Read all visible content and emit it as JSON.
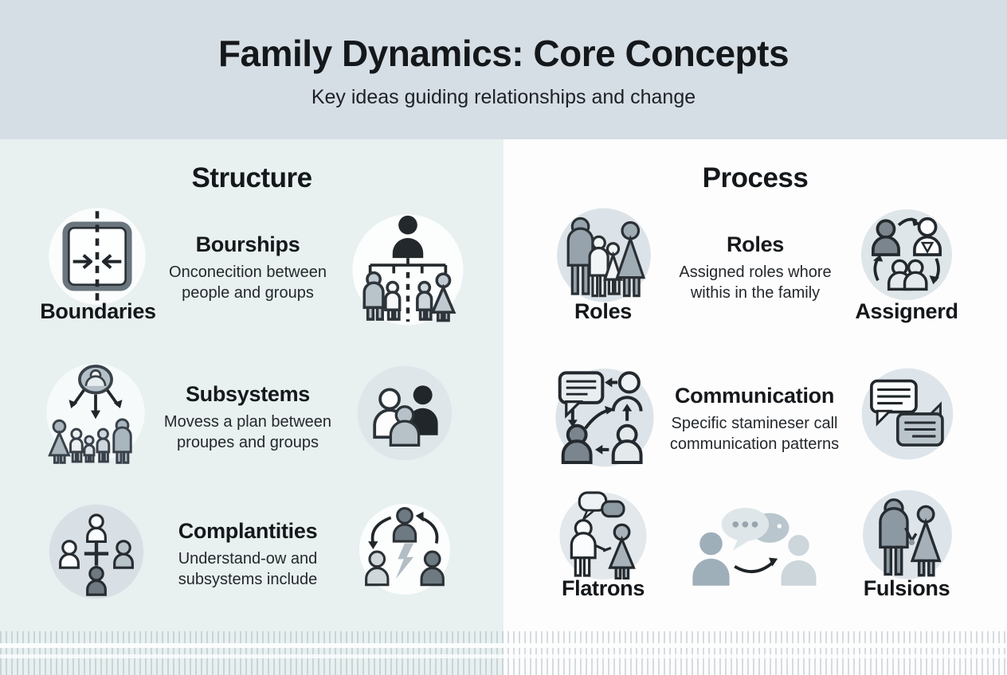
{
  "header": {
    "title": "Family Dynamics: Core Concepts",
    "subtitle": "Key ideas guiding relationships and change"
  },
  "structure": {
    "title": "Structure",
    "rows": [
      {
        "icon_left": "boundaries-icon",
        "icon_left_label": "Boundaries",
        "title": "Bourships",
        "desc1": "Onconecition between",
        "desc2": "people and groups",
        "icon_right": "family-tree-icon"
      },
      {
        "icon_left": "parent-hierarchy-icon",
        "title": "Subsystems",
        "desc1": "Movess a plan between",
        "desc2": "proupes and groups",
        "icon_right": "people-group-icon"
      },
      {
        "icon_left": "members-plus-icon",
        "title": "Complantities",
        "desc1": "Understand-ow and",
        "desc2": "subsystems include",
        "icon_right": "conflict-triangle-icon"
      }
    ]
  },
  "process": {
    "title": "Process",
    "rows": [
      {
        "icon_left": "family-icon",
        "icon_left_label": "Roles",
        "title": "Roles",
        "desc1": "Assigned roles whore",
        "desc2": "withis in the family",
        "icon_right": "role-exchange-icon",
        "icon_right_label": "Assignerd"
      },
      {
        "icon_left": "people-chat-icon",
        "title": "Communication",
        "desc1": "Specific stamineser call",
        "desc2": "communication patterns",
        "icon_right": "speech-bubbles-icon"
      },
      {
        "icon_left": "talking-couple-icon",
        "icon_left_label": "Flatrons",
        "icon_middle": "silhouette-dialogue-icon",
        "icon_right": "couple-holding-hands-icon",
        "icon_right_label": "Fulsions"
      }
    ]
  },
  "colors": {
    "header_bg": "#d6dee5",
    "left_panel_bg": "#e8f0f0",
    "right_panel_bg": "#fdfdfd",
    "title_text": "#15181b",
    "icon_stroke": "#2b3136",
    "icon_dark": "#20262a",
    "icon_mid_gray": "#97a3ac",
    "icon_light_gray": "#ccd5da"
  }
}
